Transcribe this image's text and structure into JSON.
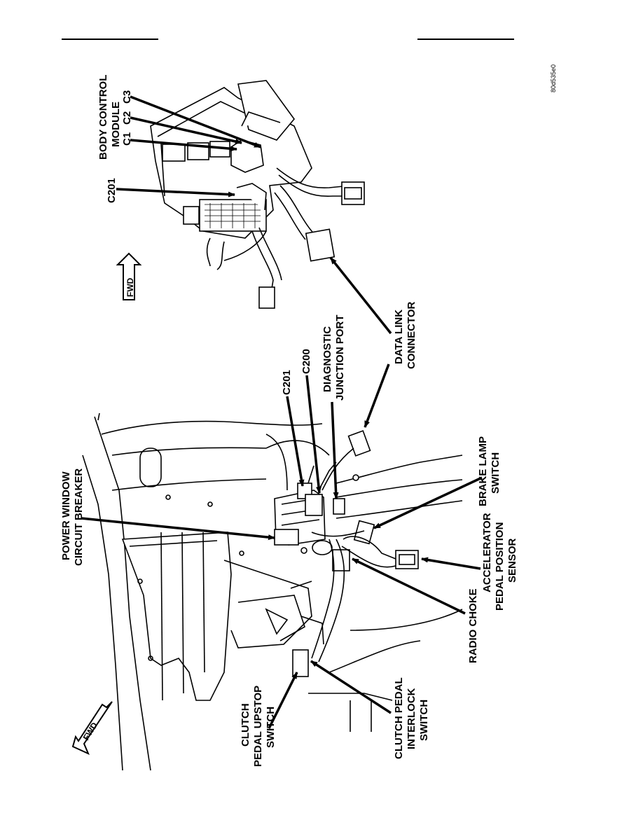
{
  "figure_id": "80d535e0",
  "fwd_label": "FWD",
  "upper_view": {
    "labels": {
      "body_control_module_line1": "BODY CONTROL",
      "body_control_module_line2": "MODULE",
      "c1": "C1",
      "c2": "C2",
      "c3": "C3",
      "c201": "C201"
    }
  },
  "lower_view": {
    "labels": {
      "power_window_line1": "POWER WINDOW",
      "power_window_line2": "CIRCUIT BREAKER",
      "c201": "C201",
      "c200": "C200",
      "diagnostic_line1": "DIAGNOSTIC",
      "diagnostic_line2": "JUNCTION PORT",
      "data_link_line1": "DATA LINK",
      "data_link_line2": "CONNECTOR",
      "brake_lamp_line1": "BRAKE LAMP",
      "brake_lamp_line2": "SWITCH",
      "accelerator_line1": "ACCELERATOR",
      "accelerator_line2": "PEDAL POSITION",
      "accelerator_line3": "SENSOR",
      "radio_choke": "RADIO CHOKE",
      "clutch_interlock_line1": "CLUTCH PEDAL",
      "clutch_interlock_line2": "INTERLOCK",
      "clutch_interlock_line3": "SWITCH",
      "clutch_upstop_line1": "CLUTCH",
      "clutch_upstop_line2": "PEDAL UPSTOP",
      "clutch_upstop_line3": "SWITCH"
    }
  }
}
